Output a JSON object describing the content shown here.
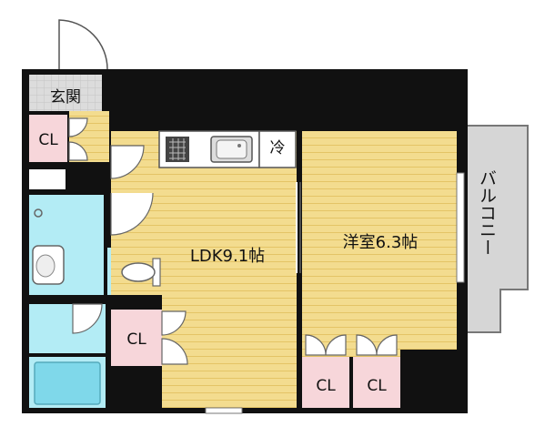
{
  "labels": {
    "entrance": "玄関",
    "ldk": "LDK9.1帖",
    "bedroom": "洋室6.3帖",
    "balcony": "バルコニー",
    "fridge": "冷",
    "cl_entrance": "CL",
    "cl_hall": "CL",
    "cl_bed_left": "CL",
    "cl_bed_right": "CL"
  },
  "colors": {
    "wall": "#111111",
    "floor_wood": "#f3dc8f",
    "floor_stripe": "#e6c86a",
    "wet_area": "#b3ecf5",
    "closet": "#f7d6da",
    "entrance_floor": "#dcdcdc",
    "balcony": "#d6d6d6"
  }
}
